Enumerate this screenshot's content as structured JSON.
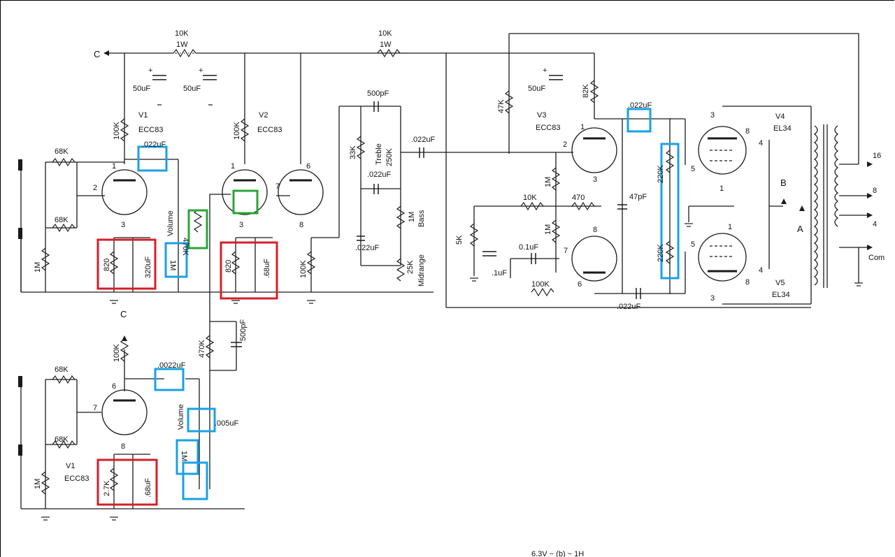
{
  "labels": {
    "c_top": "C",
    "c_mid": "C",
    "r_10k_1w_a": "10K",
    "w_1w_a": "1W",
    "r_10k_1w_b": "10K",
    "w_1w_b": "1W",
    "cap_50uf_a": "50uF",
    "cap_50uf_b": "50uF",
    "cap_50uf_c": "50uF",
    "plus": "+",
    "v1_top": "V1",
    "ecc83_v1_top": "ECC83",
    "v2": "V2",
    "ecc83_v2": "ECC83",
    "v3": "V3",
    "ecc83_v3": "ECC83",
    "v4": "V4",
    "el34_v4": "EL34",
    "v5": "V5",
    "el34_v5": "EL34",
    "v1_bottom": "V1",
    "ecc83_v1_bottom": "ECC83",
    "r_100k_a": "100K",
    "r_100k_b": "100K",
    "r_100k_c": "100K",
    "r_100k_d": "100K",
    "r_100k_e": "100K",
    "r_68k_a": "68K",
    "r_68k_b": "68K",
    "r_68k_c": "68K",
    "r_68k_d": "68K",
    "r_1m_a": "1M",
    "r_1m_b": "1M",
    "r_1m_vol_a": "1M",
    "r_1m_vol_b": "1M",
    "r_1m_bass": "1M",
    "r_1m_pi_a": "1M",
    "r_1m_pi_b": "1M",
    "volume_a": "Volume",
    "volume_b": "Volume",
    "cap_022_a": ".022uF",
    "cap_022_b": ".022uF",
    "cap_022_c": ".022uF",
    "cap_022_d": ".022uF",
    "cap_022_e": ".022uF",
    "cap_022_f": ".022uF",
    "cap_0022": ".0022uF",
    "cap_005": ".005uF",
    "cap_500pf_a": "500pF",
    "cap_500pf_b": "500pF",
    "cap_47pf": "47pF",
    "cap_01uf": "0.1uF",
    "cap_1uf": ".1uF",
    "cap_320uf": "320uF",
    "cap_68uf_a": ".68uF",
    "cap_68uf_b": ".68uF",
    "r_820_a": "820",
    "r_820_b": "820",
    "r_27k": "2.7K",
    "r_470k_a": "470K",
    "r_470k_b": "470K",
    "r_33k": "33K",
    "r_250k": "250K",
    "treble": "Treble",
    "bass": "Bass",
    "r_25k": "25K",
    "midrange": "Midrange",
    "r_47k": "47K",
    "r_82k": "82K",
    "r_10k": "10K",
    "r_470": "470",
    "r_5k": "5K",
    "r_220k_a": "220K",
    "r_220k_b": "220K",
    "pin_1a": "1",
    "pin_2a": "2",
    "pin_3a": "3",
    "pin_1b": "1",
    "pin_2b": "2",
    "pin_3b": "3",
    "pin_6a": "6",
    "pin_7a": "7",
    "pin_8a": "8",
    "pin_6b": "6",
    "pin_7b": "7",
    "pin_8b": "8",
    "pin_3c": "3",
    "pin_8c": "8",
    "pin_1c": "1",
    "pin_7c": "7",
    "pin_6c": "6",
    "pin_3d": "3",
    "pin_8d": "8",
    "pin_4a": "4",
    "pin_5a": "5",
    "pin_1d": "1",
    "pin_1e": "1",
    "pin_5b": "5",
    "pin_4b": "4",
    "pin_3e": "3",
    "pin_8e": "8",
    "b_node": "B",
    "a_node": "A",
    "out_16": "16",
    "out_8": "8",
    "out_4": "4",
    "out_com": "Com",
    "bottom_text": "6.3V ~ (b) ~ 1H"
  },
  "highlight_colors": {
    "blue": "#1aa0e6",
    "red": "#d42027",
    "green": "#2aa63a",
    "line": "#1a1a1a"
  }
}
